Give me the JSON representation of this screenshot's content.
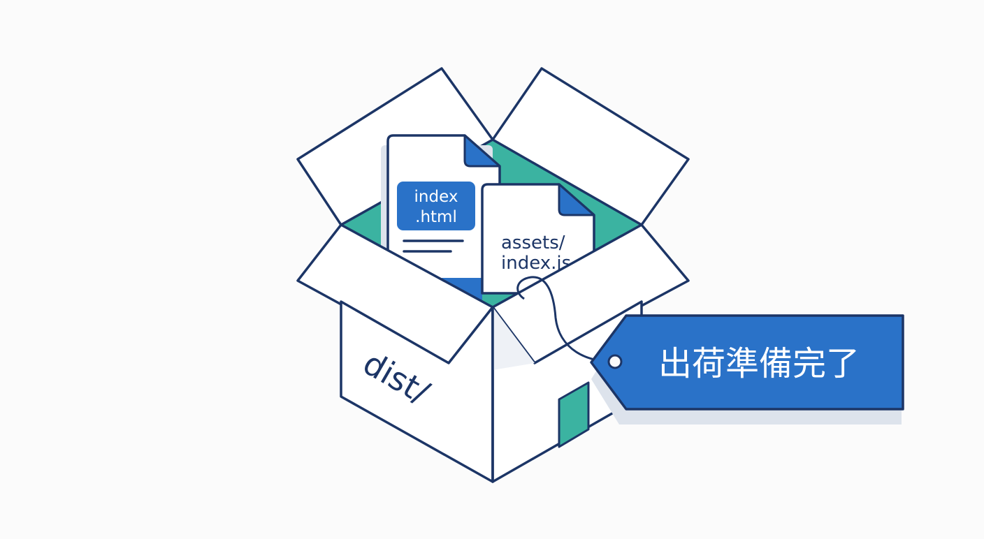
{
  "illustration": {
    "box_label": "dist/",
    "files": [
      {
        "line1": "index",
        "line2": ".html"
      },
      {
        "line1": "assets/",
        "line2": "index.js"
      }
    ],
    "tag_label": "出荷準備完了"
  },
  "colors": {
    "outline": "#1c3566",
    "accent_blue": "#2a72c8",
    "accent_teal": "#3bb3a1",
    "paper": "#ffffff",
    "shadow": "#dde3ec",
    "background": "#fbfbfb"
  }
}
